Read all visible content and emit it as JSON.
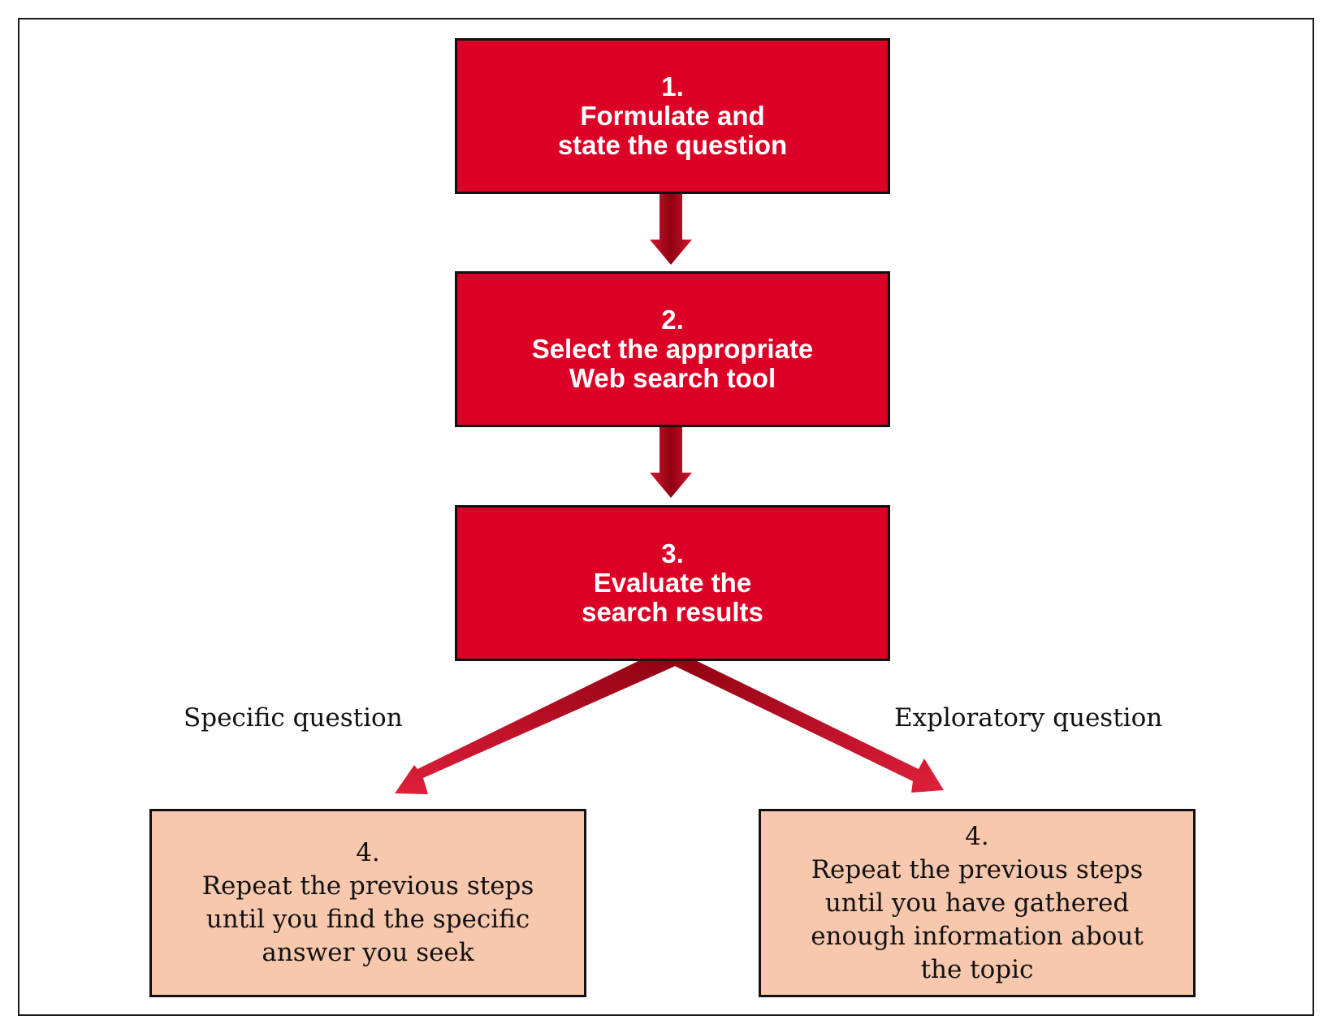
{
  "steps": [
    {
      "number": "1.",
      "line1": "Formulate and",
      "line2": "state the question"
    },
    {
      "number": "2.",
      "line1": "Select the appropriate",
      "line2": "Web search tool"
    },
    {
      "number": "3.",
      "line1": "Evaluate the",
      "line2": "search results"
    }
  ],
  "branches": {
    "left": {
      "label": "Specific question",
      "number": "4.",
      "lines": [
        "Repeat the previous steps",
        "until you find the specific",
        "answer you seek"
      ]
    },
    "right": {
      "label": "Exploratory question",
      "number": "4.",
      "lines": [
        "Repeat the previous steps",
        "until you have gathered",
        "enough information about",
        "the topic"
      ]
    }
  },
  "colors": {
    "step_fill": "#dc0026",
    "outcome_fill": "#f7c8ae",
    "arrow_dark": "#8f0011",
    "arrow_light": "#e0203a"
  }
}
